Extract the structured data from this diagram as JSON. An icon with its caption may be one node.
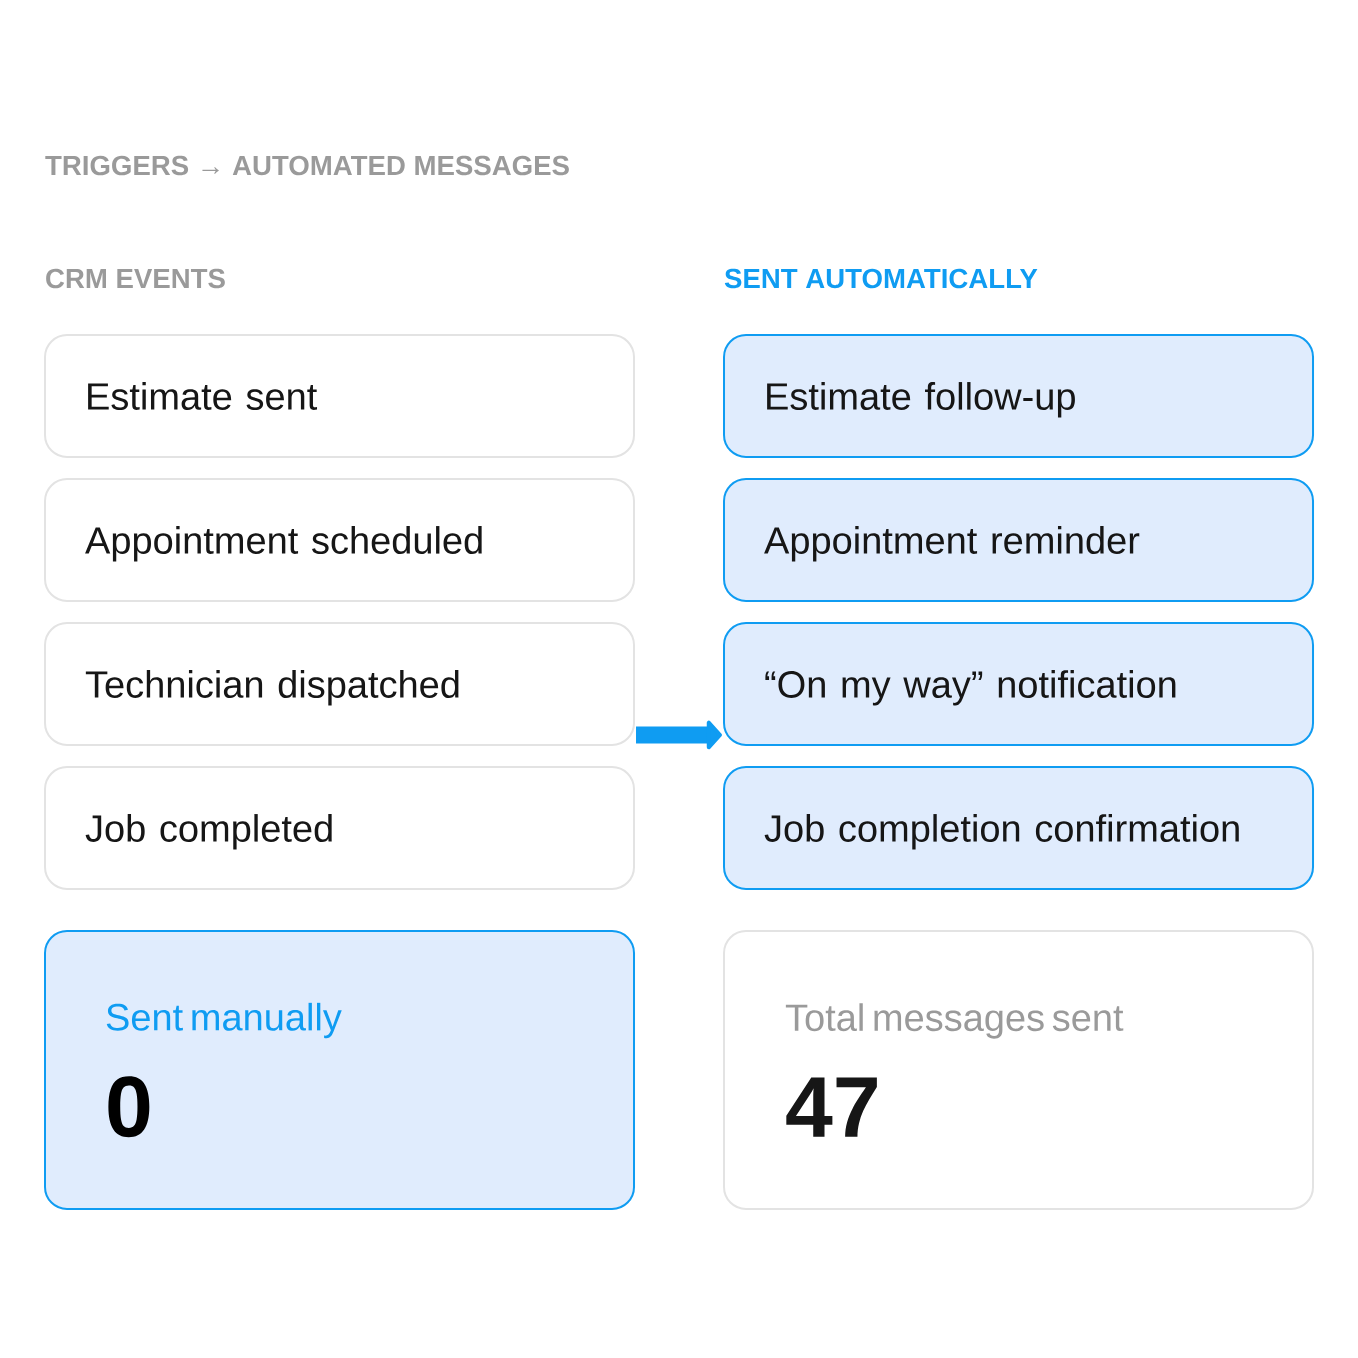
{
  "diagram": {
    "title": "TRIGGERS → AUTOMATED MESSAGES",
    "nodes": [
      {
        "text": [
          "Estimate sent"
        ]
      },
      {
        "text": [
          "Appointment scheduled"
        ]
      },
      {
        "text": [
          "Technician dispatched"
        ]
      },
      {
        "text": [
          "Job completed"
        ]
      },
      {
        "text": [
          "Estimate follow-up"
        ]
      },
      {
        "text": [
          "Appointment reminder"
        ]
      },
      {
        "text": [
          "“On my way” notification"
        ]
      },
      {
        "text": [
          "Job completion confirmation"
        ]
      },
      {
        "text": [
          "Sent manually",
          "0"
        ]
      },
      {
        "text": [
          "Total messages sent",
          "47"
        ]
      }
    ],
    "edges": [
      {
        "from": 2,
        "to": 6,
        "arrow": "to"
      }
    ],
    "labels": [
      "CRM EVENTS",
      "SENT AUTOMATICALLY"
    ]
  }
}
